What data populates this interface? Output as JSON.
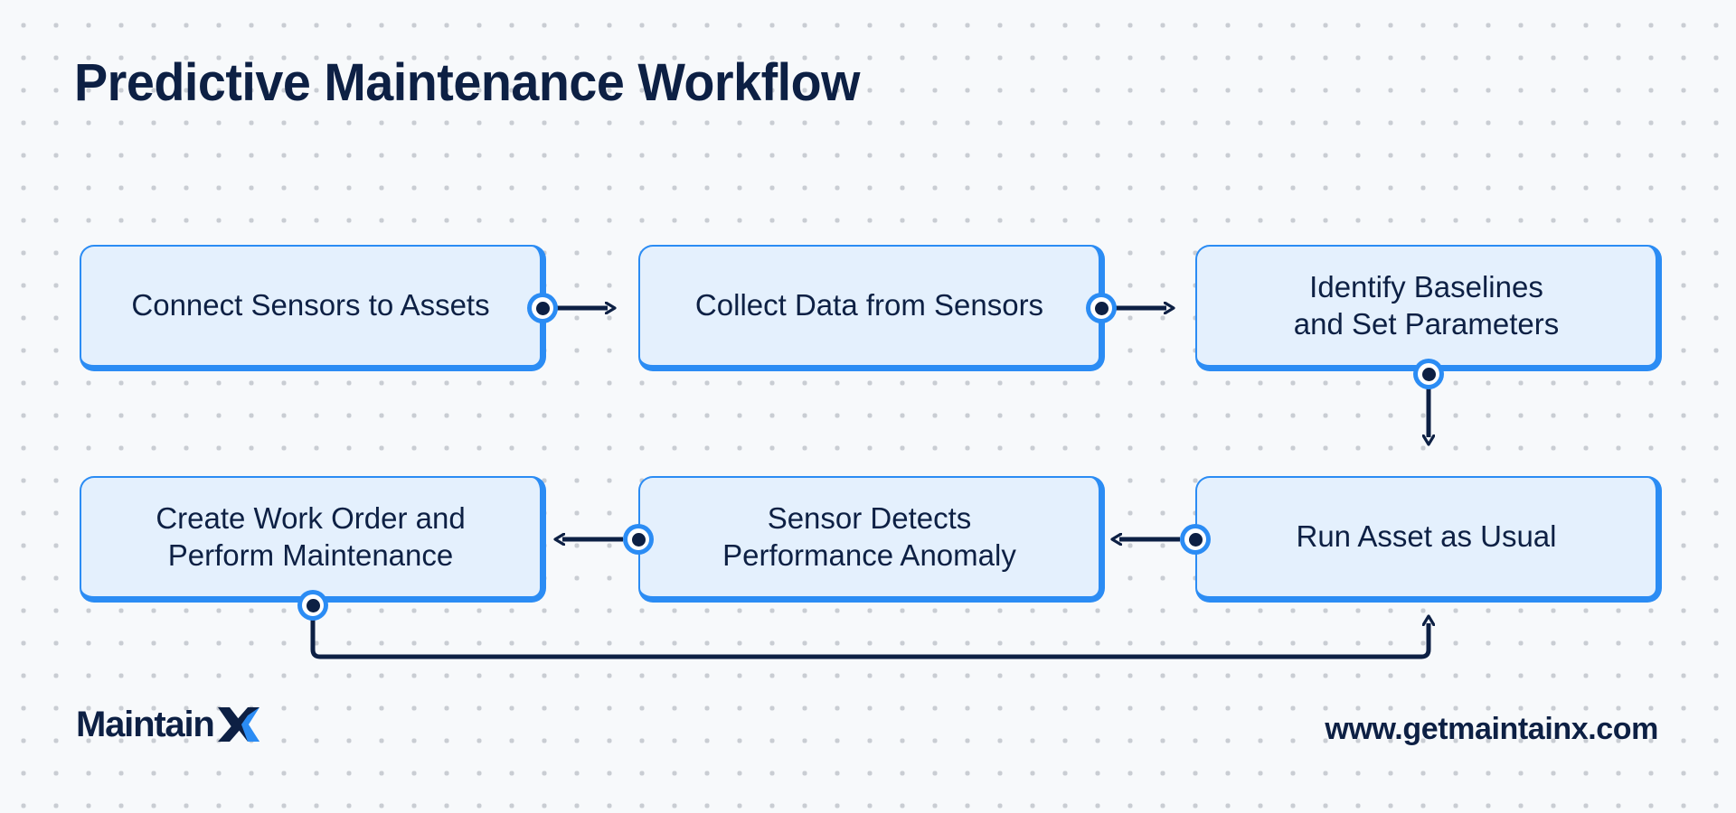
{
  "page": {
    "title": "Predictive Maintenance Workflow",
    "background_color": "#f7f9fb",
    "dot_grid_color": "#c9cdd3"
  },
  "theme": {
    "navy": "#0d2044",
    "blue": "#2b8cf4",
    "node_fill": "#e4f0fd",
    "node_border": "#2b8cf4",
    "arrow_color": "#0d2044"
  },
  "nodes": [
    {
      "id": "connect",
      "line1": "Connect Sensors to Assets",
      "line2": ""
    },
    {
      "id": "collect",
      "line1": "Collect Data from Sensors",
      "line2": ""
    },
    {
      "id": "baselines",
      "line1": "Identify Baselines",
      "line2": "and Set Parameters"
    },
    {
      "id": "workorder",
      "line1": "Create Work Order and",
      "line2": "Perform Maintenance"
    },
    {
      "id": "anomaly",
      "line1": "Sensor Detects",
      "line2": "Performance Anomaly"
    },
    {
      "id": "runasset",
      "line1": "Run Asset as Usual",
      "line2": ""
    }
  ],
  "edges": [
    {
      "from": "connect",
      "to": "collect",
      "direction": "right"
    },
    {
      "from": "collect",
      "to": "baselines",
      "direction": "right"
    },
    {
      "from": "baselines",
      "to": "runasset",
      "direction": "down"
    },
    {
      "from": "runasset",
      "to": "anomaly",
      "direction": "left"
    },
    {
      "from": "anomaly",
      "to": "workorder",
      "direction": "left"
    },
    {
      "from": "workorder",
      "to": "runasset",
      "direction": "loop-bottom"
    }
  ],
  "footer": {
    "logo_word": "Maintain",
    "logo_mark": "X",
    "url": "www.getmaintainx.com"
  }
}
